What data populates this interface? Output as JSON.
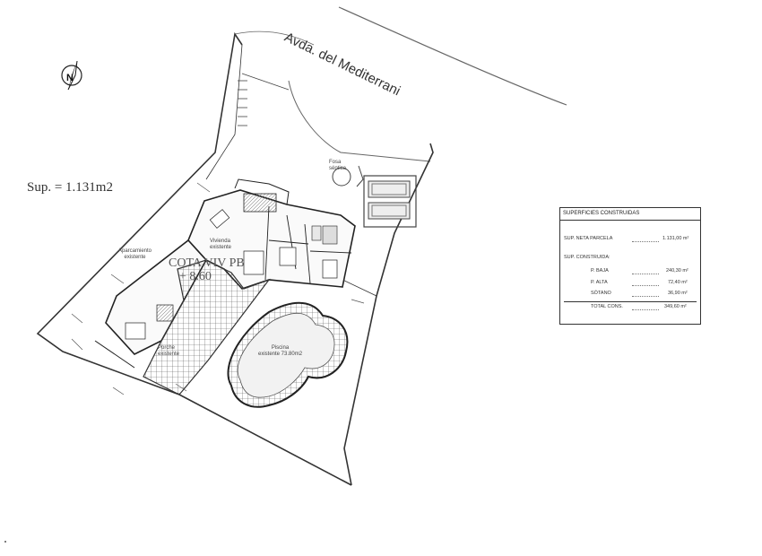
{
  "street": "Avda. del Mediterrani",
  "area": "Sup. = 1.131m2",
  "labels": {
    "fosa": [
      "Fosa",
      "séptica"
    ],
    "aparcamiento": [
      "Aparcamiento",
      "existente"
    ],
    "vivienda": [
      "Vivienda",
      "existente"
    ],
    "cota_line1": "COTA VIV PB",
    "cota_line2": "+ 8.60",
    "piscina": [
      "Piscina",
      "existente 73.80m2"
    ],
    "porche": [
      "Porche",
      "existente"
    ]
  },
  "table": {
    "title": "SUPERFICIES CONSTRUIDAS",
    "neta_label": "SUP. NETA PARCELA",
    "neta_value": "1.131,00 m²",
    "construida_label": "SUP. CONSTRUIDA:",
    "rows": [
      {
        "label": "P. BAJA",
        "value": "240,30 m²"
      },
      {
        "label": "P. ALTA",
        "value": "72,40 m²"
      },
      {
        "label": "SÓTANO",
        "value": "36,90 m²"
      }
    ],
    "total_label": "TOTAL CONS.",
    "total_value": "349,60 m²"
  },
  "icons": [
    "north-arrow-icon"
  ]
}
